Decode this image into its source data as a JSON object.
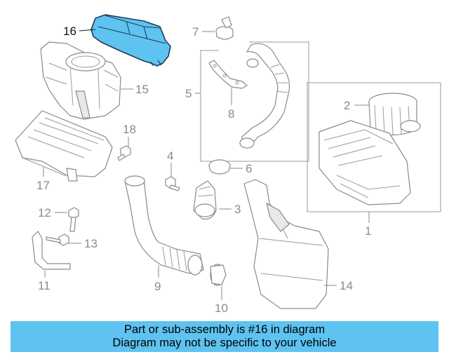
{
  "callouts": {
    "c1": "1",
    "c2": "2",
    "c3": "3",
    "c4": "4",
    "c5": "5",
    "c6": "6",
    "c7": "7",
    "c8": "8",
    "c9": "9",
    "c10": "10",
    "c11": "11",
    "c12": "12",
    "c13": "13",
    "c14": "14",
    "c15": "15",
    "c16": "16",
    "c17": "17",
    "c18": "18"
  },
  "highlight": {
    "part": "16",
    "fill": "#5ec3f0",
    "outline": "#1f3a55"
  },
  "banner": {
    "line1": "Part or sub-assembly is #16 in diagram",
    "line2": "Diagram may not be specific to your vehicle",
    "background": "#5ec3f0"
  }
}
